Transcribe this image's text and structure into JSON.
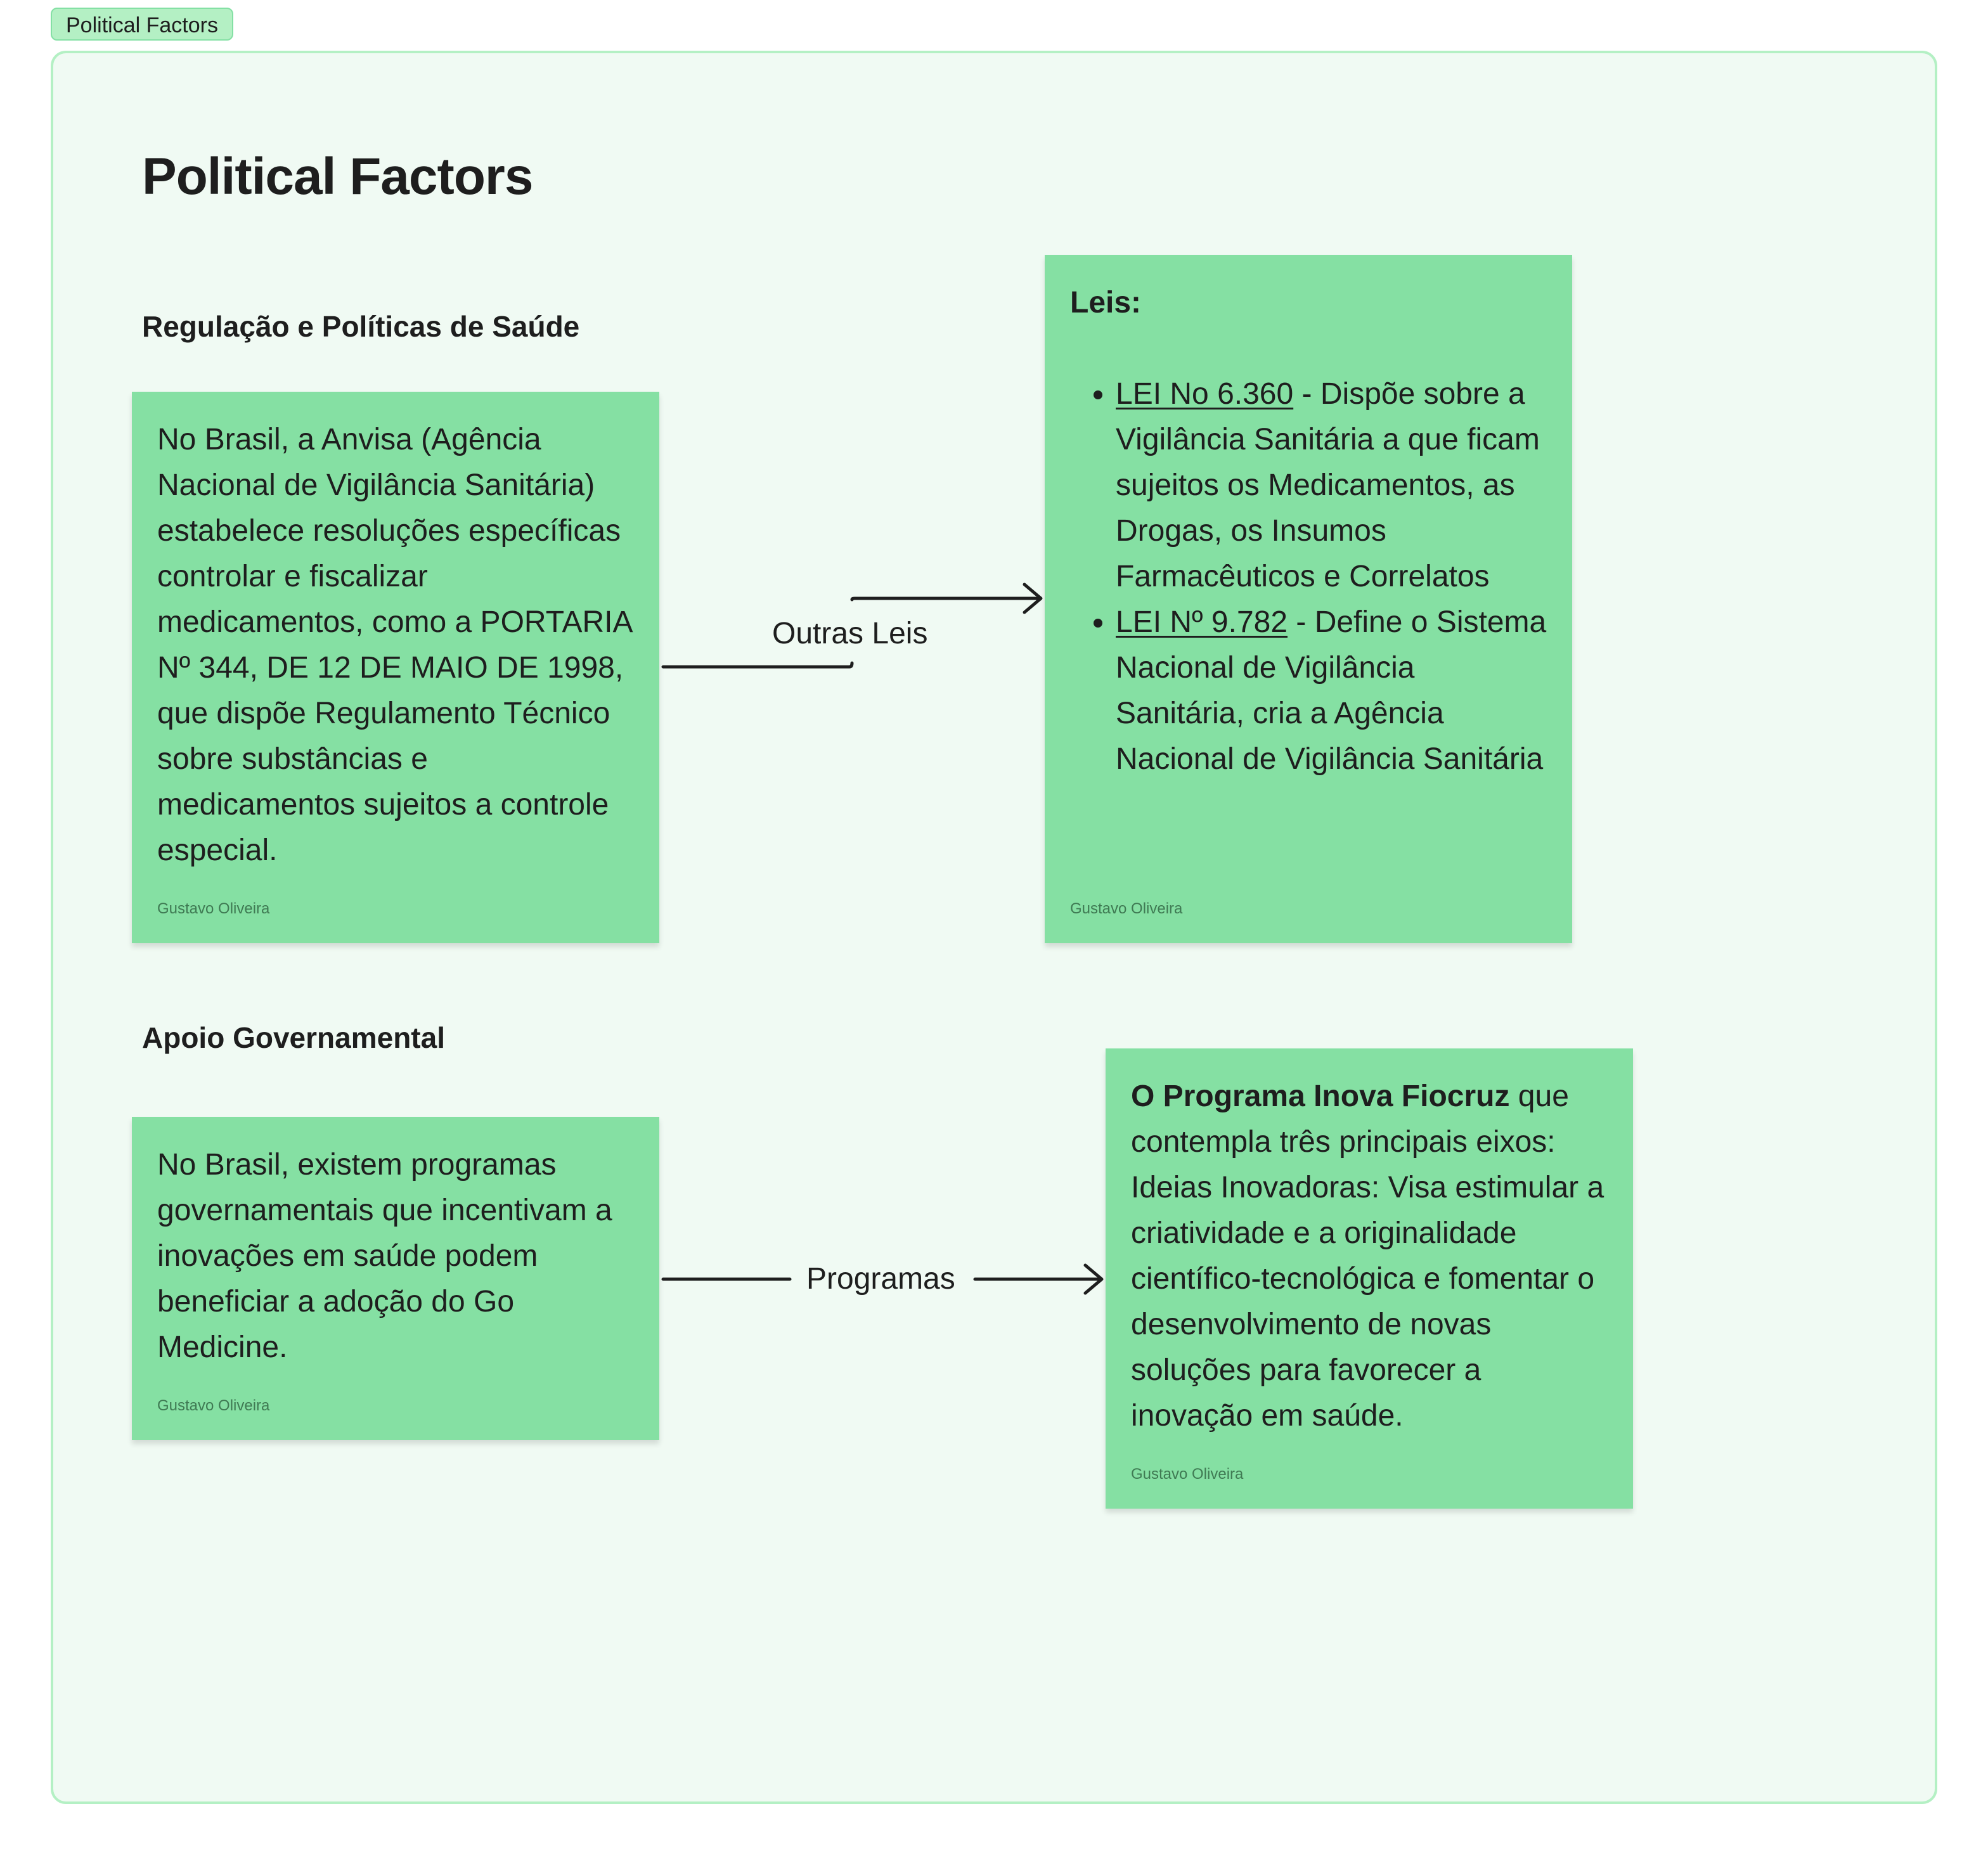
{
  "frame": {
    "tab_label": "Political Factors",
    "title": "Political Factors"
  },
  "sections": {
    "regulation": {
      "heading": "Regulação e Políticas de Saúde",
      "note": {
        "text": "No Brasil, a Anvisa (Agência Nacional de Vigilância Sanitária) estabelece resoluções específicas controlar e fiscalizar medicamentos, como a PORTARIA Nº 344, DE 12 DE MAIO DE 1998, que dispõe Regulamento Técnico sobre substâncias e medicamentos sujeitos a controle especial.",
        "author": "Gustavo Oliveira"
      },
      "connector_label": "Outras Leis",
      "laws_note": {
        "heading": "Leis:",
        "items": [
          {
            "link": "LEI No 6.360",
            "text": " - Dispõe sobre a Vigilância Sanitária a que ficam sujeitos os Medicamentos, as Drogas, os Insumos Farmacêuticos e Correlatos"
          },
          {
            "link": "LEI Nº 9.782",
            "text": " - Define o Sistema Nacional de Vigilância Sanitária, cria a Agência Nacional de Vigilância Sanitária"
          }
        ],
        "author": "Gustavo Oliveira"
      }
    },
    "support": {
      "heading": "Apoio Governamental",
      "note": {
        "text": "No Brasil, existem programas governamentais que incentivam a inovações em saúde podem beneficiar a adoção do Go Medicine.",
        "author": "Gustavo Oliveira"
      },
      "connector_label": "Programas",
      "program_note": {
        "bold": "O Programa Inova Fiocruz",
        "text": " que contempla três principais eixos: Ideias Inovadoras: Visa estimular a criatividade e a originalidade científico-tecnológica e fomentar o desenvolvimento de novas soluções para favorecer a inovação em saúde.",
        "author": "Gustavo Oliveira"
      }
    }
  },
  "colors": {
    "frame_bg": "#f0faf3",
    "frame_border": "#b4f0c4",
    "sticky_bg": "#85e0a3",
    "text": "#1e1e1e"
  }
}
